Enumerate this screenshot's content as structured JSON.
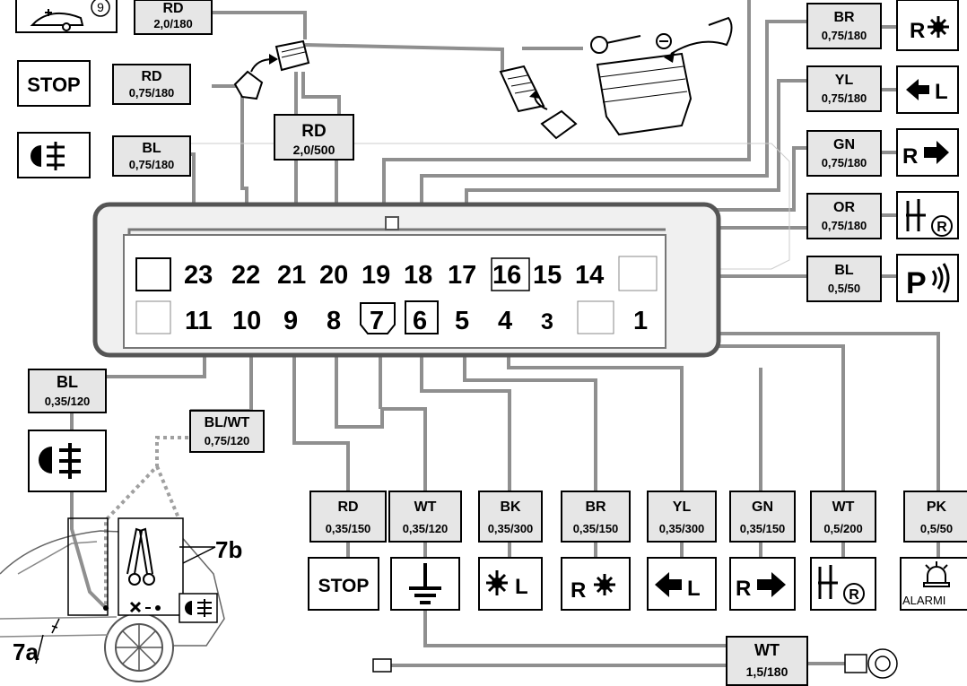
{
  "wire_labels": {
    "top_rd_20": {
      "code": "RD",
      "spec": "2,0/180"
    },
    "stop_rd": {
      "code": "RD",
      "spec": "0,75/180"
    },
    "fog_bl": {
      "code": "BL",
      "spec": "0,75/180"
    },
    "rd_20_500": {
      "code": "RD",
      "spec": "2,0/500"
    },
    "r_br": {
      "code": "BR",
      "spec": "0,75/180"
    },
    "l_yl": {
      "code": "YL",
      "spec": "0,75/180"
    },
    "r_gn": {
      "code": "GN",
      "spec": "0,75/180"
    },
    "rev_or": {
      "code": "OR",
      "spec": "0,75/180"
    },
    "park_bl": {
      "code": "BL",
      "spec": "0,5/50"
    },
    "pin11_bl": {
      "code": "BL",
      "spec": "0,35/120"
    },
    "pin10_blwt": {
      "code": "BL/WT",
      "spec": "0,75/120"
    },
    "b_rd": {
      "code": "RD",
      "spec": "0,35/150"
    },
    "b_wt": {
      "code": "WT",
      "spec": "0,35/120"
    },
    "b_bk": {
      "code": "BK",
      "spec": "0,35/300"
    },
    "b_br": {
      "code": "BR",
      "spec": "0,35/150"
    },
    "b_yl": {
      "code": "YL",
      "spec": "0,35/300"
    },
    "b_gn": {
      "code": "GN",
      "spec": "0,35/150"
    },
    "b_wt2": {
      "code": "WT",
      "spec": "0,5/200"
    },
    "b_pk": {
      "code": "PK",
      "spec": "0,5/50"
    },
    "ground_wt": {
      "code": "WT",
      "spec": "1,5/180"
    }
  },
  "pins": {
    "top": [
      "23",
      "22",
      "21",
      "20",
      "19",
      "18",
      "17",
      "16",
      "15",
      "14"
    ],
    "bottom": [
      "11",
      "10",
      "9",
      "8",
      "7",
      "6",
      "5",
      "4",
      "3",
      "1"
    ]
  },
  "symbols": {
    "stop": "STOP",
    "stop_bottom": "STOP",
    "left": "L",
    "right": "R",
    "reverse": "R",
    "park": "P",
    "alarm": "ALARMI",
    "caravan_number": "9"
  },
  "callouts": {
    "a": "7a",
    "b": "7b"
  },
  "colors": {
    "wire": "#8f8f8f",
    "label_bg": "#e6e6e6",
    "connector_bg": "#f0f0f0"
  }
}
